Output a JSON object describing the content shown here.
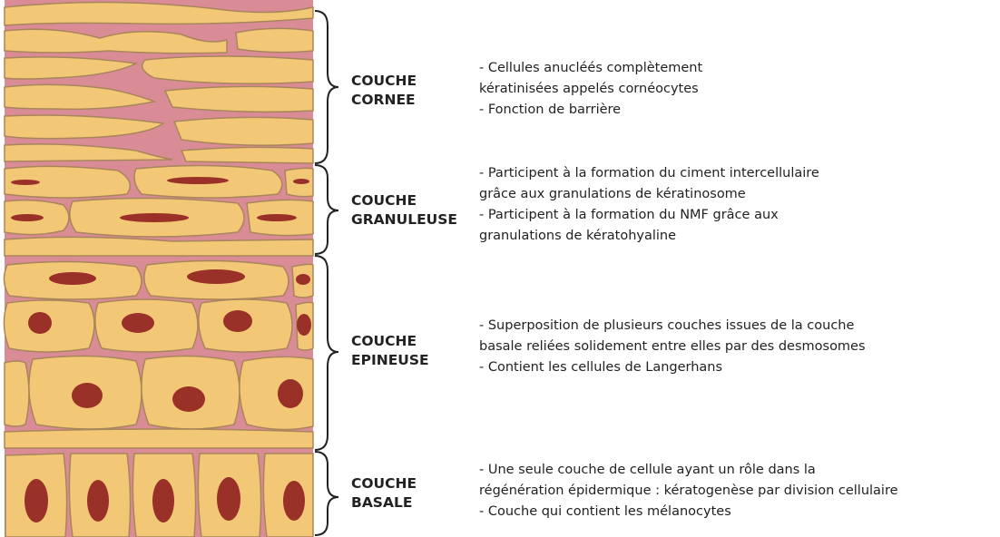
{
  "colors": {
    "cell_fill": "#f2c877",
    "cell_outline": "#a8855a",
    "intercellular_cement": "#d98c95",
    "nucleus": "#9a3128",
    "bracket": "#222222"
  },
  "layers": [
    {
      "id": "cornee",
      "title_lines": [
        "COUCHE",
        "CORNEE"
      ],
      "description_lines": [
        "- Cellules anucléés complètement",
        "kératinisées appelés cornéocytes",
        "- Fonction de barrière"
      ]
    },
    {
      "id": "granuleuse",
      "title_lines": [
        "COUCHE",
        "GRANULEUSE"
      ],
      "description_lines": [
        "- Participent à la formation du ciment intercellulaire",
        "grâce aux  granulations de kératinosome",
        "- Participent à la formation du NMF grâce aux",
        "granulations de kératohyaline"
      ]
    },
    {
      "id": "epineuse",
      "title_lines": [
        "COUCHE",
        "EPINEUSE"
      ],
      "description_lines": [
        "- Superposition de plusieurs couches issues de la couche",
        "basale reliées solidement entre elles par des desmosomes",
        "- Contient les cellules de Langerhans"
      ]
    },
    {
      "id": "basale",
      "title_lines": [
        "COUCHE",
        "BASALE"
      ],
      "description_lines": [
        "- Une seule couche de cellule ayant un rôle dans la",
        "régénération épidermique : kératogenèse par division cellulaire",
        "- Couche qui contient les mélanocytes"
      ]
    }
  ]
}
